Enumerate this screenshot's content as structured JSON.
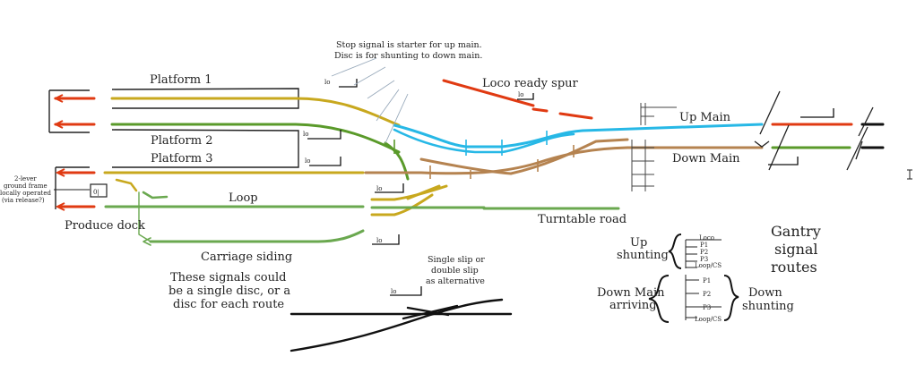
{
  "labels": {
    "platform_1": "Platform 1",
    "platform_2": "Platform 2",
    "platform_3": "Platform 3",
    "loop": "Loop",
    "produce_dock": "Produce dock",
    "carriage_siding": "Carriage siding",
    "turntable_road": "Turntable road",
    "loco_ready_spur": "Loco ready spur",
    "up_main": "Up Main",
    "down_main": "Down Main",
    "stop_note_1": "Stop signal is starter for up main.",
    "stop_note_2": "Disc is for shunting to down main.",
    "ground_frame_1": "2-lever",
    "ground_frame_2": "ground frame",
    "ground_frame_3": "locally operated",
    "ground_frame_4": "(via release?)",
    "ground_frame_box": "0|",
    "signals_note_1": "These signals could",
    "signals_note_2": "be a single disc, or a",
    "signals_note_3": "disc for each route",
    "slip_note_1": "Single slip or",
    "slip_note_2": "double slip",
    "slip_note_3": "as alternative",
    "up_shunting_1": "Up",
    "up_shunting_2": "shunting",
    "down_main_arriving_1": "Down Main",
    "down_main_arriving_2": "arriving",
    "down_shunting_1": "Down",
    "down_shunting_2": "shunting",
    "gantry_1": "Gantry",
    "gantry_2": "signal",
    "gantry_3": "routes",
    "disc_mark": "lo",
    "up_route_1": "Loco",
    "up_route_2": "P1",
    "up_route_3": "P2",
    "up_route_4": "P3",
    "up_route_5": "Loop/CS",
    "down_route_1": "P1",
    "down_route_2": "P2",
    "down_route_3": "P3",
    "down_route_4": "Loop/CS"
  },
  "colors": {
    "platform1_track": "#c8a81e",
    "platform2_track": "#5a9a2a",
    "red_track": "#e03a12",
    "up_main_track": "#27b8e6",
    "down_main_track": "#b58350",
    "loop_track": "#6aa84f",
    "black_track": "#111111",
    "building": "#222222"
  },
  "icons": [
    "signal-post-icon",
    "disc-signal-icon",
    "buffer-stop-icon",
    "curly-brace-icon",
    "line-break-icon"
  ]
}
